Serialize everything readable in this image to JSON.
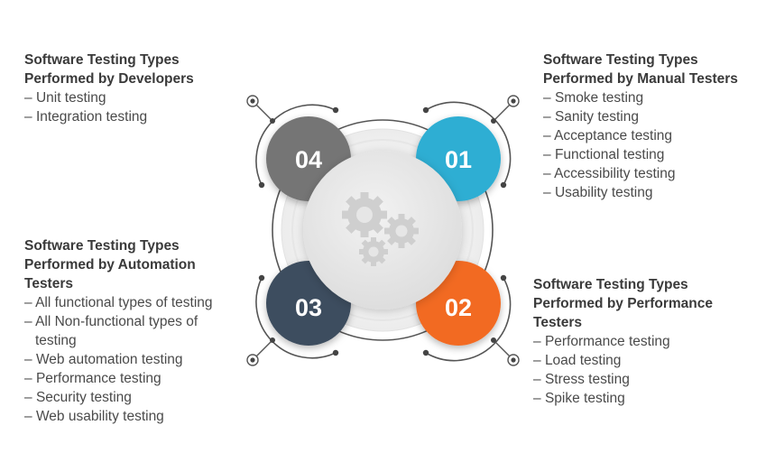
{
  "blocks": {
    "developers": {
      "title_line1": "Software Testing Types",
      "title_line2": "Performed by Developers",
      "items": [
        "Unit testing",
        "Integration testing"
      ]
    },
    "manual": {
      "title_line1": "Software Testing Types",
      "title_line2": "Performed by Manual Testers",
      "items": [
        "Smoke testing",
        "Sanity testing",
        "Acceptance testing",
        "Functional testing",
        "Accessibility testing",
        "Usability testing"
      ]
    },
    "automation": {
      "title_line1": "Software Testing Types",
      "title_line2": "Performed by Automation",
      "title_line3": "Testers",
      "items": [
        "All functional types of testing",
        "All Non-functional types of testing",
        "Web automation testing",
        "Performance testing",
        "Security testing",
        "Web usability testing"
      ]
    },
    "performance": {
      "title_line1": "Software Testing Types",
      "title_line2": "Performed by Performance",
      "title_line3": "Testers",
      "items": [
        "Performance testing",
        "Load testing",
        "Stress testing",
        "Spike testing"
      ]
    }
  },
  "circles": {
    "c01": {
      "label": "01",
      "color": "#2eaed3"
    },
    "c02": {
      "label": "02",
      "color": "#f26b21"
    },
    "c03": {
      "label": "03",
      "color": "#3e4d5e"
    },
    "c04": {
      "label": "04",
      "color": "#757575"
    }
  },
  "center_icon": "gears-icon",
  "colors": {
    "ring": "#555555",
    "gear": "#cfcfcf",
    "center": "#e8e8e8"
  }
}
